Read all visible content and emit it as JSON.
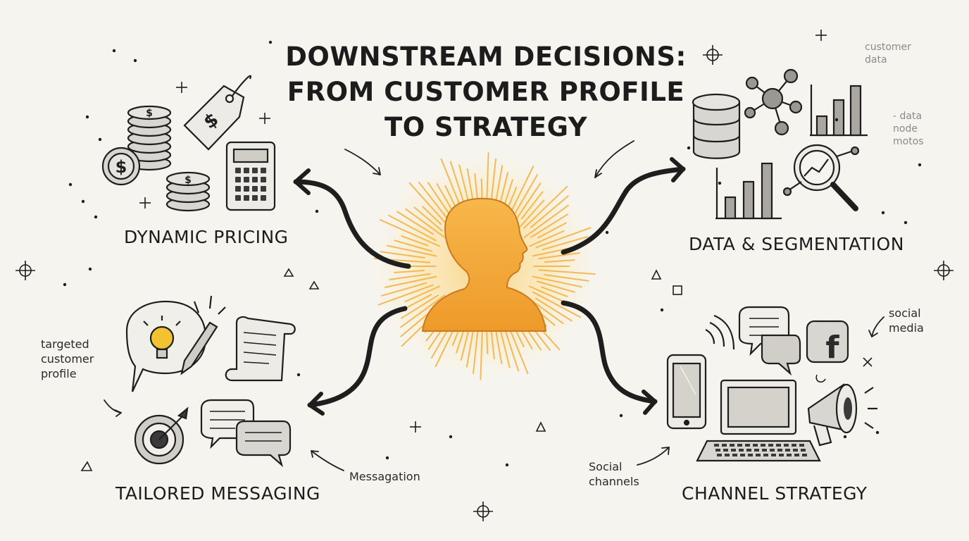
{
  "title": {
    "lines": [
      "DOWNSTREAM DECISIONS:",
      "FROM CUSTOMER PROFILE",
      "TO STRATEGY"
    ]
  },
  "center": {
    "icon": "person-silhouette-icon"
  },
  "quadrants": {
    "pricing": {
      "label": "DYNAMIC PRICING",
      "icons": [
        "coin-stack-icon",
        "dollar-coin-icon",
        "price-tag-icon",
        "calculator-icon"
      ]
    },
    "data": {
      "label": "DATA & SEGMENTATION",
      "icons": [
        "database-icon",
        "network-nodes-icon",
        "bar-chart-icon",
        "magnifier-chart-icon"
      ]
    },
    "messaging": {
      "label": "TAILORED MESSAGING",
      "icons": [
        "lightbulb-bubble-icon",
        "pen-icon",
        "scroll-document-icon",
        "target-icon",
        "chat-bubbles-icon"
      ]
    },
    "channel": {
      "label": "CHANNEL STRATEGY",
      "icons": [
        "smartphone-icon",
        "laptop-icon",
        "megaphone-icon",
        "chat-bubbles-icon",
        "facebook-icon",
        "wifi-signal-icon"
      ]
    }
  },
  "notes": {
    "targeted": [
      "targeted",
      "customer",
      "profile"
    ],
    "messagation": "Messagation",
    "social_channels": [
      "Social",
      "channels"
    ],
    "social_media": [
      "social",
      "media"
    ],
    "customer_data": [
      "customer",
      "data"
    ],
    "data_node": [
      "- data",
      "node",
      "motos"
    ]
  },
  "colors": {
    "ink": "#1e1e1e",
    "glow": "#f5b73b",
    "glow_light": "#fcd98a",
    "background": "#f6f4ee",
    "bulb": "#f2c230"
  }
}
